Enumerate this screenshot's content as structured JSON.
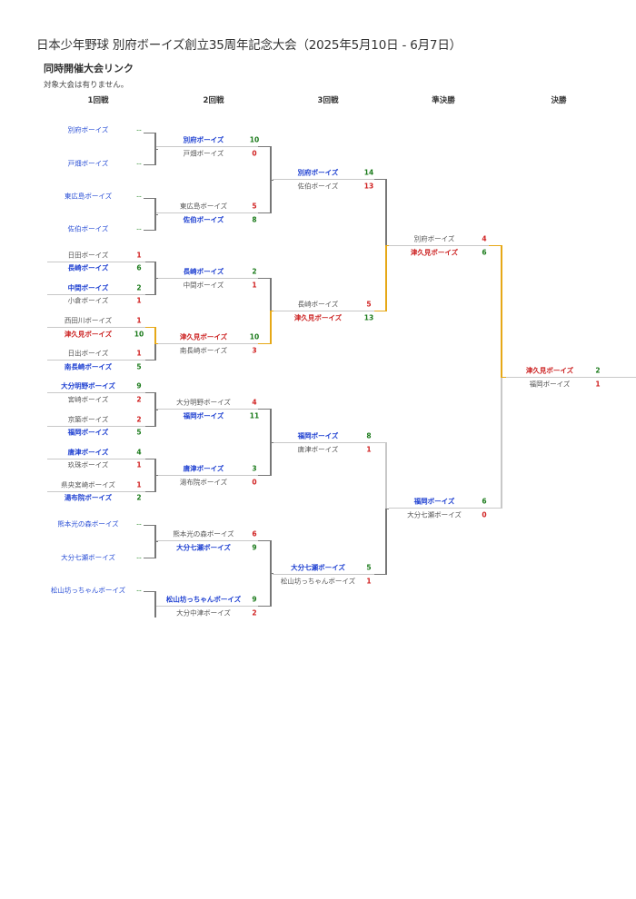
{
  "header": {
    "title": "日本少年野球 別府ボーイズ創立35周年記念大会（2025年5月10日 - 6月7日）",
    "related_heading": "同時開催大会リンク",
    "related_note": "対象大会は有りません。"
  },
  "rounds": [
    {
      "label": "1回戦"
    },
    {
      "label": "2回戦"
    },
    {
      "label": "3回戦"
    },
    {
      "label": "準決勝"
    },
    {
      "label": "決勝"
    }
  ],
  "colors": {
    "winner_link": "#1d3fd1",
    "champion_path": "#cc2222",
    "win_score": "#1a7a1a",
    "lose_score": "#d02020",
    "champion_line": "#e6a817",
    "bracket_line": "#777777"
  },
  "round1": [
    {
      "team": "別府ボーイズ",
      "score": "--",
      "style": "blueplain",
      "bye": true
    },
    {
      "team": "戸畑ボーイズ",
      "score": "--",
      "style": "blueplain",
      "bye": true
    },
    {
      "team": "東広島ボーイズ",
      "score": "--",
      "style": "blueplain",
      "bye": true
    },
    {
      "team": "佐伯ボーイズ",
      "score": "--",
      "style": "blueplain",
      "bye": true
    },
    {
      "team": "日田ボーイズ",
      "score": "1",
      "style": "gray"
    },
    {
      "team": "長崎ボーイズ",
      "score": "6",
      "style": "blue",
      "win": true
    },
    {
      "team": "中間ボーイズ",
      "score": "2",
      "style": "blue",
      "win": true
    },
    {
      "team": "小倉ボーイズ",
      "score": "1",
      "style": "gray"
    },
    {
      "team": "西田川ボーイズ",
      "score": "1",
      "style": "gray"
    },
    {
      "team": "津久見ボーイズ",
      "score": "10",
      "style": "red",
      "win": true
    },
    {
      "team": "日出ボーイズ",
      "score": "1",
      "style": "gray"
    },
    {
      "team": "南長崎ボーイズ",
      "score": "5",
      "style": "blue",
      "win": true
    },
    {
      "team": "大分明野ボーイズ",
      "score": "9",
      "style": "blue",
      "win": true
    },
    {
      "team": "宮崎ボーイズ",
      "score": "2",
      "style": "gray"
    },
    {
      "team": "京築ボーイズ",
      "score": "2",
      "style": "gray"
    },
    {
      "team": "福岡ボーイズ",
      "score": "5",
      "style": "blue",
      "win": true
    },
    {
      "team": "唐津ボーイズ",
      "score": "4",
      "style": "blue",
      "win": true
    },
    {
      "team": "玖珠ボーイズ",
      "score": "1",
      "style": "gray"
    },
    {
      "team": "県央宮崎ボーイズ",
      "score": "1",
      "style": "gray"
    },
    {
      "team": "湯布院ボーイズ",
      "score": "2",
      "style": "blue",
      "win": true
    },
    {
      "team": "熊本光の森ボーイズ",
      "score": "--",
      "style": "blueplain",
      "bye": true
    },
    {
      "team": "大分七瀬ボーイズ",
      "score": "--",
      "style": "blueplain",
      "bye": true
    },
    {
      "team": "松山坊っちゃんボーイズ",
      "score": "--",
      "style": "blueplain",
      "bye": true
    }
  ],
  "round2": [
    {
      "top": {
        "team": "別府ボーイズ",
        "score": "10",
        "win": true
      },
      "bottom": {
        "team": "戸畑ボーイズ",
        "score": "0"
      }
    },
    {
      "top": {
        "team": "東広島ボーイズ",
        "score": "5"
      },
      "bottom": {
        "team": "佐伯ボーイズ",
        "score": "8",
        "win": true
      }
    },
    {
      "top": {
        "team": "長崎ボーイズ",
        "score": "2",
        "win": true
      },
      "bottom": {
        "team": "中間ボーイズ",
        "score": "1"
      }
    },
    {
      "top": {
        "team": "津久見ボーイズ",
        "score": "10",
        "win": true,
        "champ": true
      },
      "bottom": {
        "team": "南長崎ボーイズ",
        "score": "3"
      }
    },
    {
      "top": {
        "team": "大分明野ボーイズ",
        "score": "4"
      },
      "bottom": {
        "team": "福岡ボーイズ",
        "score": "11",
        "win": true
      }
    },
    {
      "top": {
        "team": "唐津ボーイズ",
        "score": "3",
        "win": true
      },
      "bottom": {
        "team": "湯布院ボーイズ",
        "score": "0"
      }
    },
    {
      "top": {
        "team": "熊本光の森ボーイズ",
        "score": "6"
      },
      "bottom": {
        "team": "大分七瀬ボーイズ",
        "score": "9",
        "win": true
      }
    },
    {
      "top": {
        "team": "松山坊っちゃんボーイズ",
        "score": "9",
        "win": true
      },
      "bottom": {
        "team": "大分中津ボーイズ",
        "score": "2"
      }
    }
  ],
  "round3": [
    {
      "top": {
        "team": "別府ボーイズ",
        "score": "14",
        "win": true
      },
      "bottom": {
        "team": "佐伯ボーイズ",
        "score": "13"
      }
    },
    {
      "top": {
        "team": "長崎ボーイズ",
        "score": "5"
      },
      "bottom": {
        "team": "津久見ボーイズ",
        "score": "13",
        "win": true,
        "champ": true
      }
    },
    {
      "top": {
        "team": "福岡ボーイズ",
        "score": "8",
        "win": true
      },
      "bottom": {
        "team": "唐津ボーイズ",
        "score": "1"
      }
    },
    {
      "top": {
        "team": "大分七瀬ボーイズ",
        "score": "5",
        "win": true
      },
      "bottom": {
        "team": "松山坊っちゃんボーイズ",
        "score": "1"
      }
    }
  ],
  "semifinal": [
    {
      "top": {
        "team": "別府ボーイズ",
        "score": "4"
      },
      "bottom": {
        "team": "津久見ボーイズ",
        "score": "6",
        "win": true,
        "champ": true
      }
    },
    {
      "top": {
        "team": "福岡ボーイズ",
        "score": "6",
        "win": true
      },
      "bottom": {
        "team": "大分七瀬ボーイズ",
        "score": "0"
      }
    }
  ],
  "final": [
    {
      "top": {
        "team": "津久見ボーイズ",
        "score": "2",
        "win": true,
        "champ": true
      },
      "bottom": {
        "team": "福岡ボーイズ",
        "score": "1",
        "plain": true
      }
    }
  ]
}
